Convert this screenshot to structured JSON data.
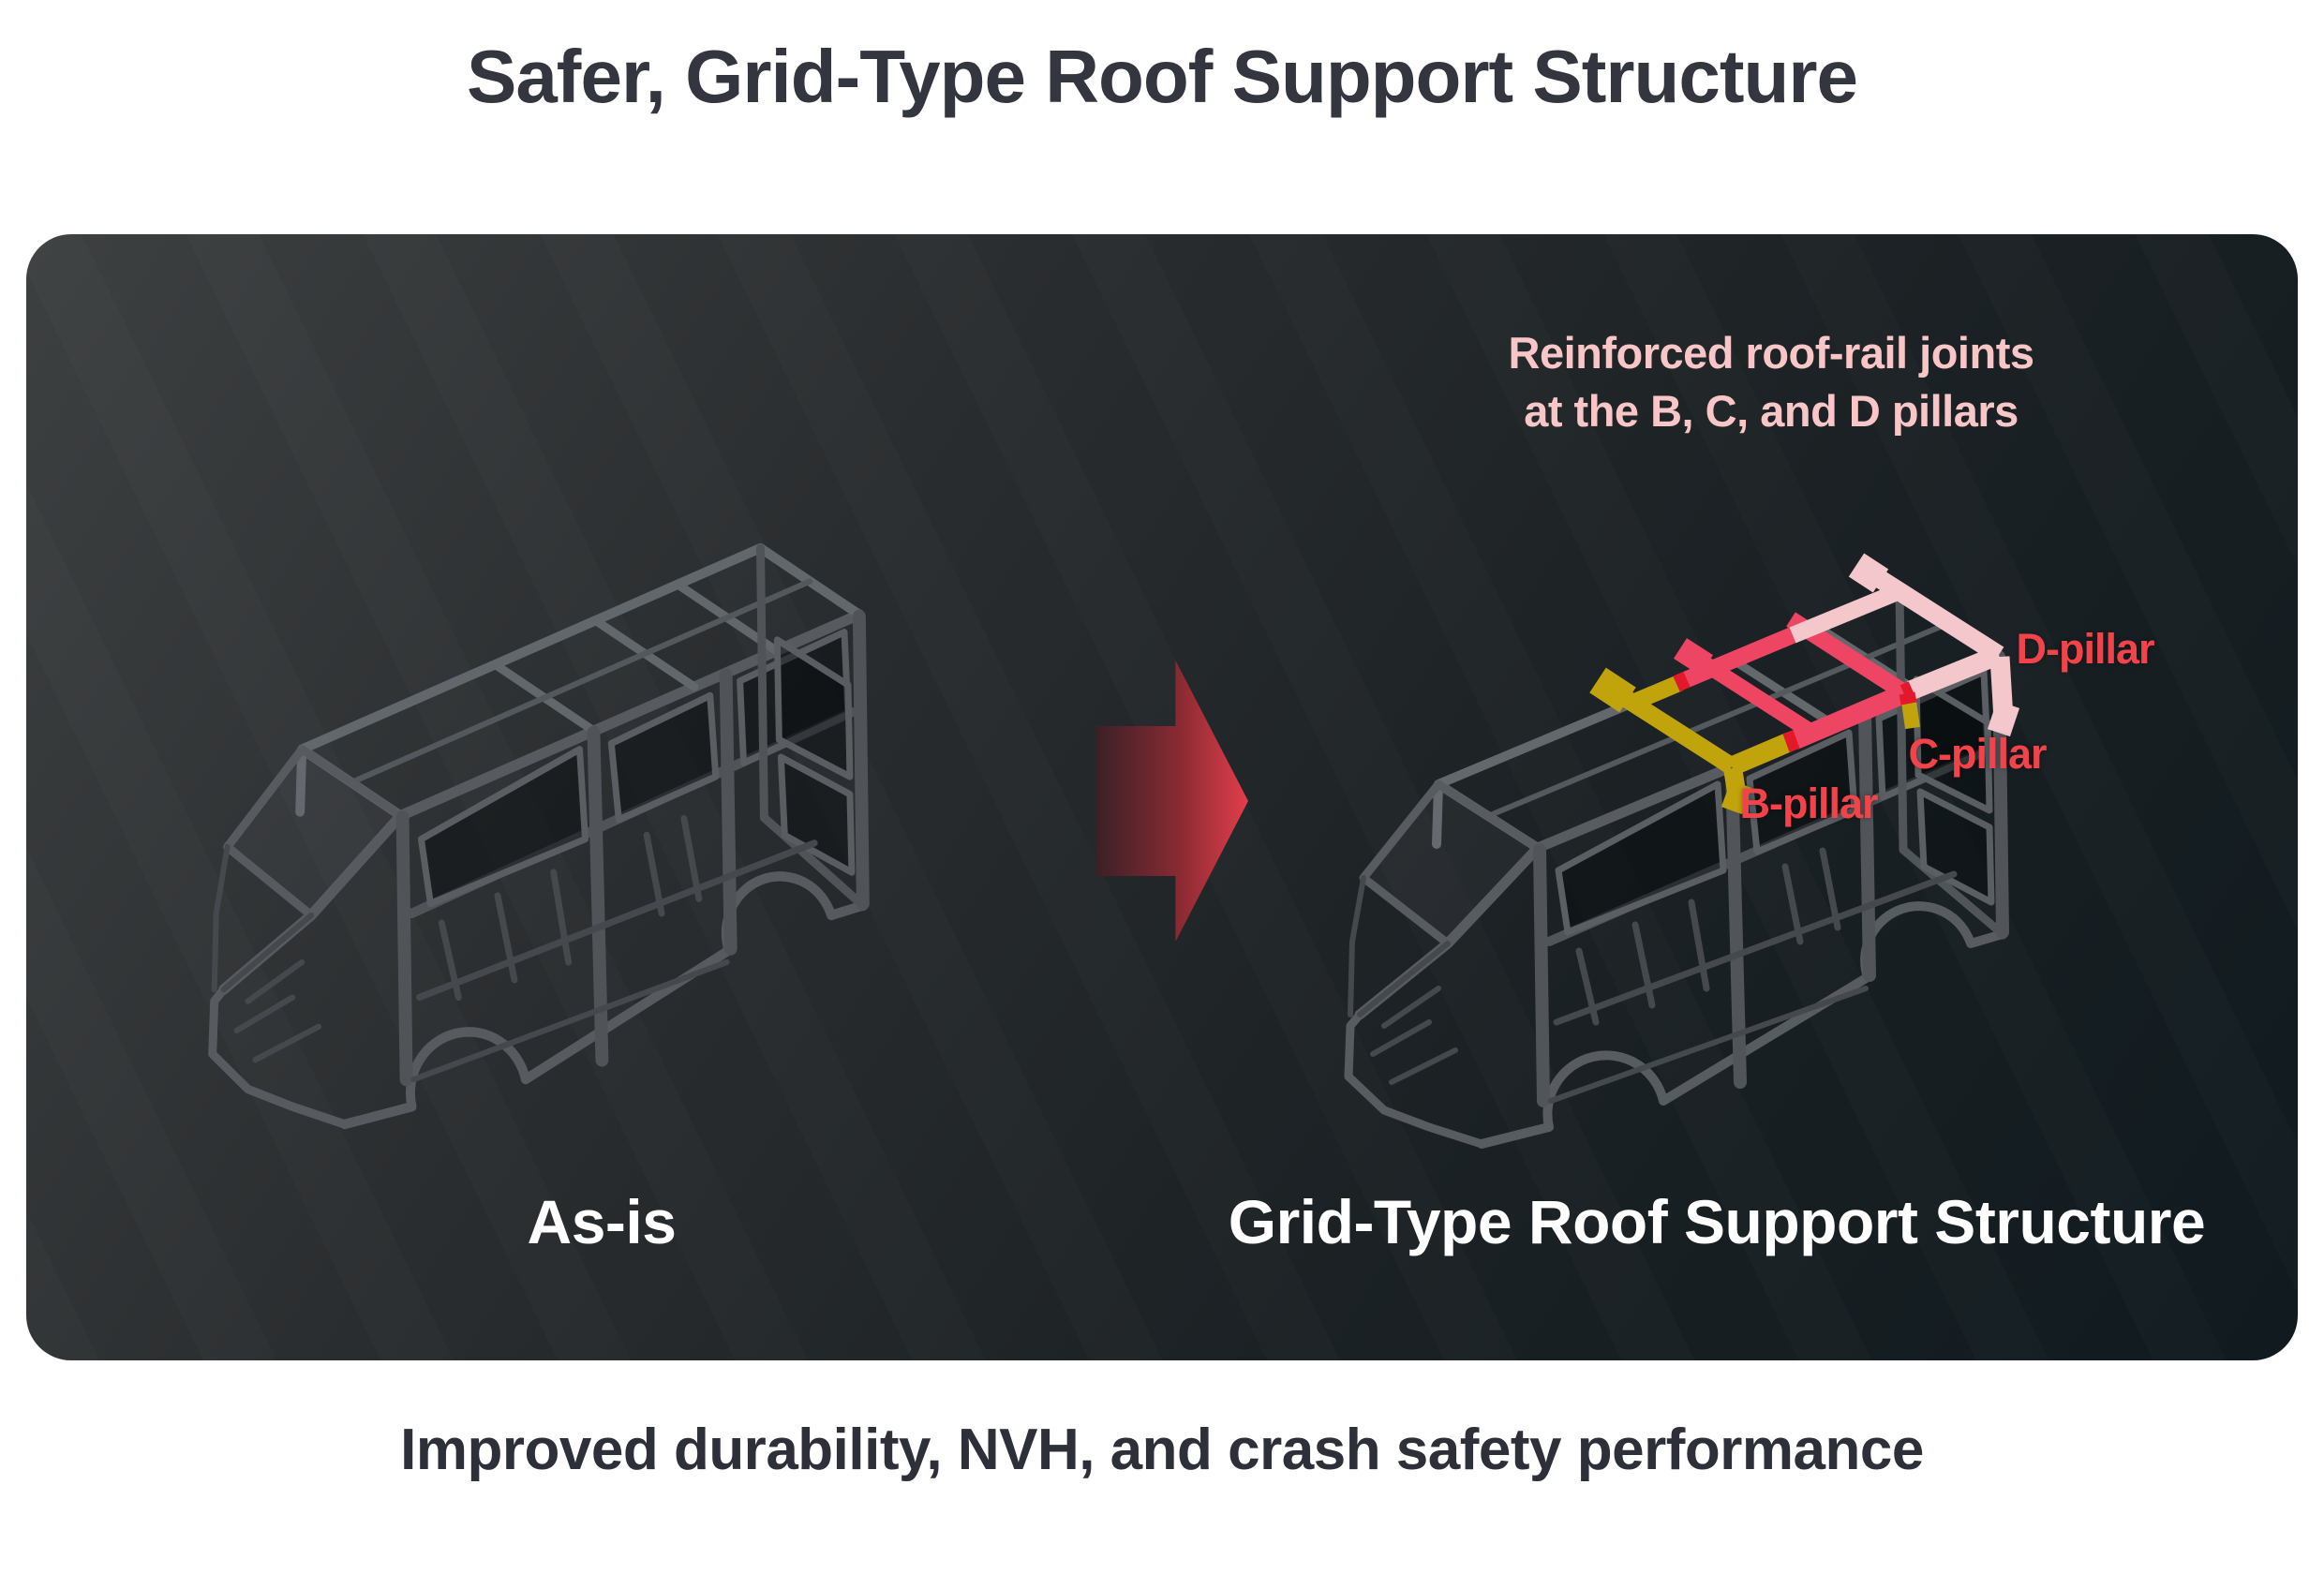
{
  "page": {
    "background": "#ffffff"
  },
  "title": {
    "text": "Safer, Grid-Type Roof Support Structure",
    "color": "#33363e"
  },
  "footer": {
    "text": "Improved durability, NVH, and crash safety performance",
    "color": "#2d3038"
  },
  "panel": {
    "bg_gradient_start": "#3d4041",
    "bg_gradient_mid": "#26292c",
    "bg_gradient_end": "#101a1f",
    "annotation": {
      "line1": "Reinforced roof-rail joints",
      "line2": "at the B, C, and D pillars",
      "color": "#f9c6c7"
    },
    "figures": {
      "left": {
        "label": "As-is",
        "label_color": "#ffffff"
      },
      "right": {
        "label": "Grid-Type Roof Support Structure",
        "label_color": "#ffffff"
      }
    },
    "pillar_labels": {
      "b": "B-pillar",
      "c": "C-pillar",
      "d": "D-pillar",
      "color": "#f2434b"
    },
    "arrow": {
      "start": "#3a2126",
      "mid": "#8a2a32",
      "end": "#e23e4b"
    }
  },
  "structure_colors": {
    "b_yellow": "#c7a80c",
    "c_crimson": "#f44765",
    "d_pink": "#fbcdd1",
    "joint_red": "#e8192c",
    "frame_gray": "#53575c"
  }
}
